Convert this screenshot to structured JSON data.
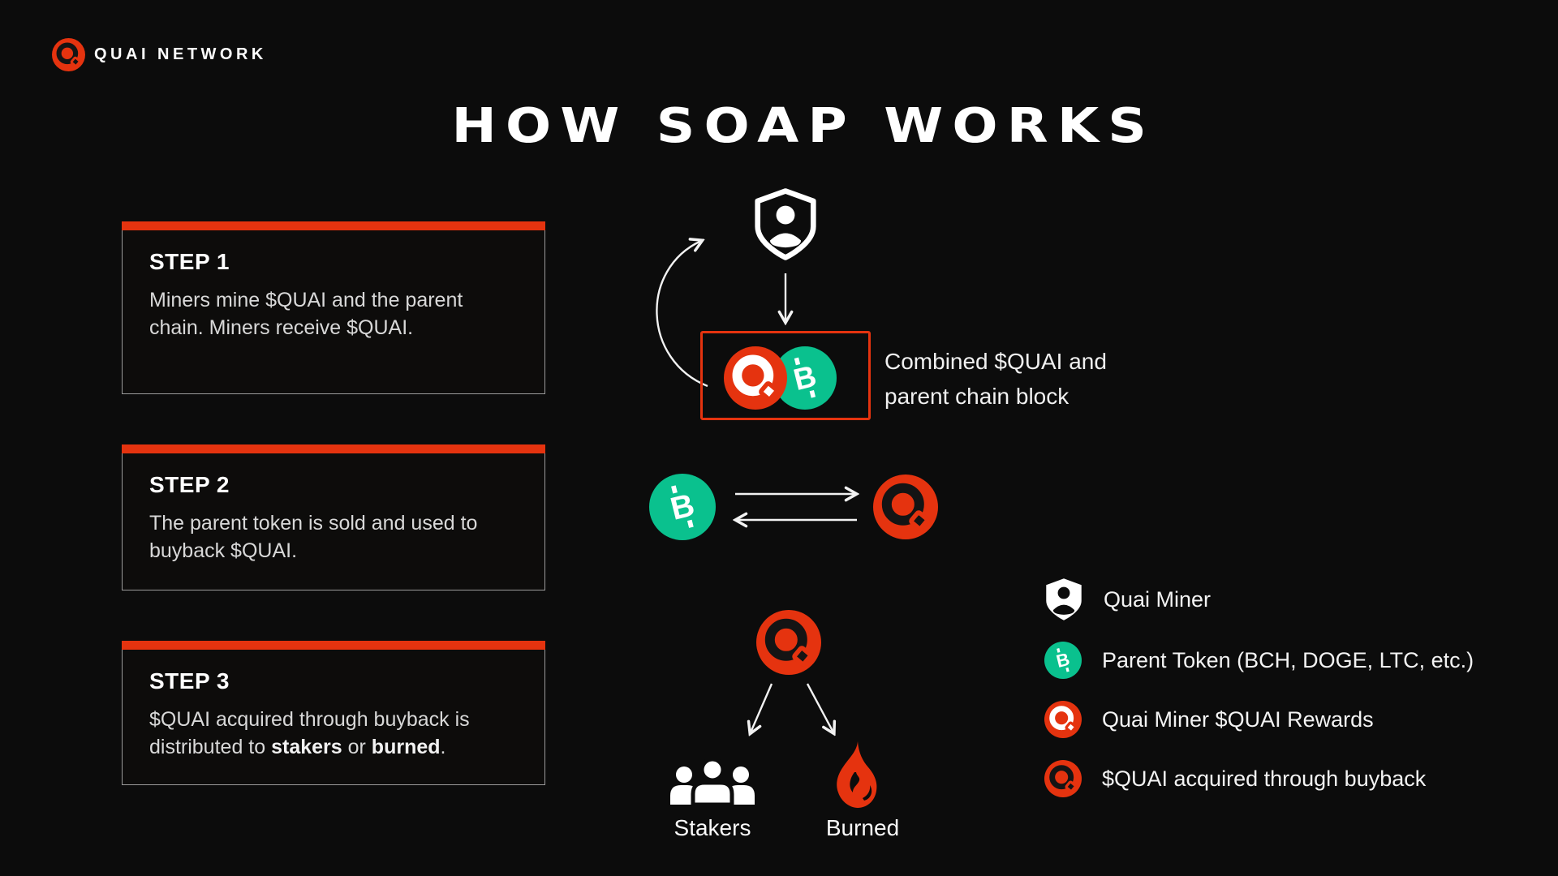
{
  "colors": {
    "background": "#0c0c0c",
    "accent_red": "#e5330f",
    "token_green": "#0ac18e",
    "panel_border": "#9b9b9b",
    "body_text": "#d8d8d8",
    "white": "#ffffff",
    "q_black": "#141414"
  },
  "brand": {
    "logo_icon": "quai-logo-icon",
    "name": "QUAI NETWORK"
  },
  "title": "HOW SOAP WORKS",
  "steps": [
    {
      "label": "STEP 1",
      "line1": "Miners mine $QUAI and the parent",
      "line2": "chain. Miners receive $QUAI."
    },
    {
      "label": "STEP 2",
      "line1": "The parent token is sold and used to",
      "line2": "buyback $QUAI."
    },
    {
      "label": "STEP 3",
      "line1": "$QUAI acquired through buyback is",
      "line2_pre": "distributed to ",
      "line2_bold1": "stakers",
      "line2_mid": " or ",
      "line2_bold2": "burned",
      "line2_end": "."
    }
  ],
  "flow": {
    "miner_icon": "quai-miner-shield-icon",
    "combined_block": {
      "line1": "Combined $QUAI and",
      "line2": "parent chain block"
    },
    "stakers_icon": "stakers-people-icon",
    "stakers_label": "Stakers",
    "burned_icon": "burned-flame-icon",
    "burned_label": "Burned"
  },
  "legend": {
    "items": [
      {
        "icon": "quai-miner-shield-icon",
        "label": "Quai Miner"
      },
      {
        "icon": "parent-token-coin-icon",
        "label": "Parent Token (BCH, DOGE, LTC, etc.)"
      },
      {
        "icon": "quai-rewards-coin-icon",
        "label": "Quai Miner $QUAI Rewards"
      },
      {
        "icon": "quai-buyback-coin-icon",
        "label": "$QUAI acquired through buyback"
      }
    ]
  }
}
